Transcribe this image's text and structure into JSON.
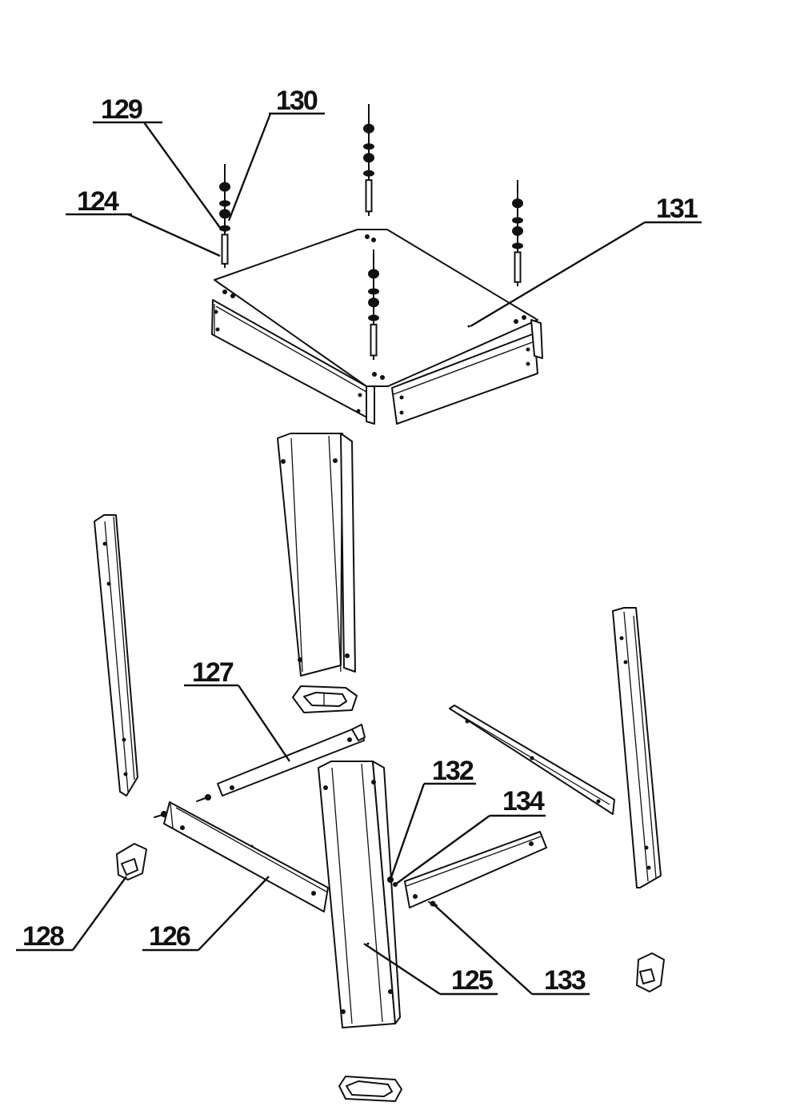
{
  "diagram": {
    "type": "exploded-assembly",
    "callouts": [
      {
        "id": "c124",
        "label": "124"
      },
      {
        "id": "c125",
        "label": "125"
      },
      {
        "id": "c126",
        "label": "126"
      },
      {
        "id": "c127",
        "label": "127"
      },
      {
        "id": "c128",
        "label": "128"
      },
      {
        "id": "c129",
        "label": "129"
      },
      {
        "id": "c130",
        "label": "130"
      },
      {
        "id": "c131",
        "label": "131"
      },
      {
        "id": "c132",
        "label": "132"
      },
      {
        "id": "c133",
        "label": "133"
      },
      {
        "id": "c134",
        "label": "134"
      }
    ]
  }
}
